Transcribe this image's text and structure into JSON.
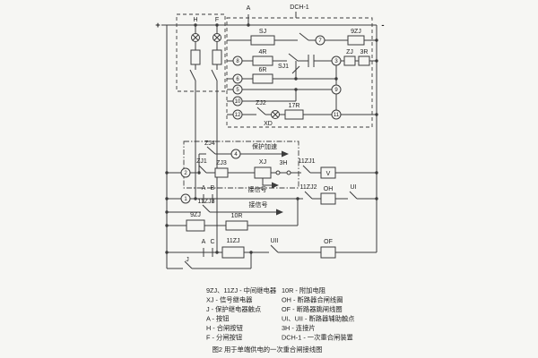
{
  "polarity": {
    "plus": "+",
    "minus": "-"
  },
  "top": {
    "a": "A",
    "device": "DCH-1"
  },
  "control_box": {
    "h": "H",
    "f": "F"
  },
  "dch": {
    "sj": "SJ",
    "zj9": "9ZJ",
    "r4": "4R",
    "zj": "ZJ",
    "r3": "3R",
    "r6": "6R",
    "sj1": "SJ1",
    "zj2": "ZJ2",
    "xd": "XD",
    "r17": "17R"
  },
  "nodes": {
    "n1": "1",
    "n2": "2",
    "n3": "3",
    "n4": "4",
    "n5": "5",
    "n6": "6",
    "n7": "7",
    "n8": "8",
    "n9": "9",
    "n10": "10",
    "n11": "11",
    "n12": "12"
  },
  "middle": {
    "zj4": "ZJ4",
    "accel": "保护加速",
    "zj1": "ZJ1",
    "zj3": "ZJ3",
    "xj": "XJ",
    "h3": "3H",
    "zj11_1": "11ZJ1",
    "v": "V",
    "signal1": "接信号",
    "signal2": "接信号",
    "a1": "A",
    "b": "B",
    "zj11_2": "11ZJ2",
    "oh": "OH",
    "ui": "UI",
    "zj11_3": "11ZJ3",
    "zj9": "9ZJ",
    "r10": "10R",
    "a2": "A",
    "c": "C",
    "zj11": "11ZJ",
    "uii": "UII",
    "of": "OF",
    "j": "J"
  },
  "legend_left": [
    "9ZJ、11ZJ - 中间继电器",
    "XJ - 信号继电器",
    "J - 保护继电器触点",
    "A - 按钮",
    "H - 合闸按钮",
    "F - 分闸按钮"
  ],
  "legend_right": [
    "10R - 附加电阻",
    "OH - 断路器合闸线圈",
    "OF - 断路器跳闸线圈",
    "UI、UII - 断路器辅助触点",
    "3H - 连接片",
    "DCH-1 - 一次重合闸装置"
  ],
  "caption": "图2 用于单端供电的一次重合闸接线图"
}
